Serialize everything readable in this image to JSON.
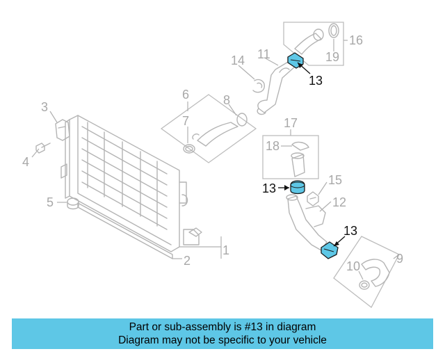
{
  "diagram": {
    "callouts": {
      "c1": "1",
      "c2": "2",
      "c3": "3",
      "c4": "4",
      "c5": "5",
      "c6": "6",
      "c7": "7",
      "c8": "8",
      "c9": "9",
      "c10": "10",
      "c11": "11",
      "c12": "12",
      "c13a": "13",
      "c13b": "13",
      "c13c": "13",
      "c14": "14",
      "c15": "15",
      "c16": "16",
      "c17": "17",
      "c18": "18",
      "c19": "19"
    },
    "highlight_color": "#5ec7e6"
  },
  "footer": {
    "line1": "Part or sub-assembly is #13 in diagram",
    "line2": "Diagram may not be specific to your vehicle"
  }
}
